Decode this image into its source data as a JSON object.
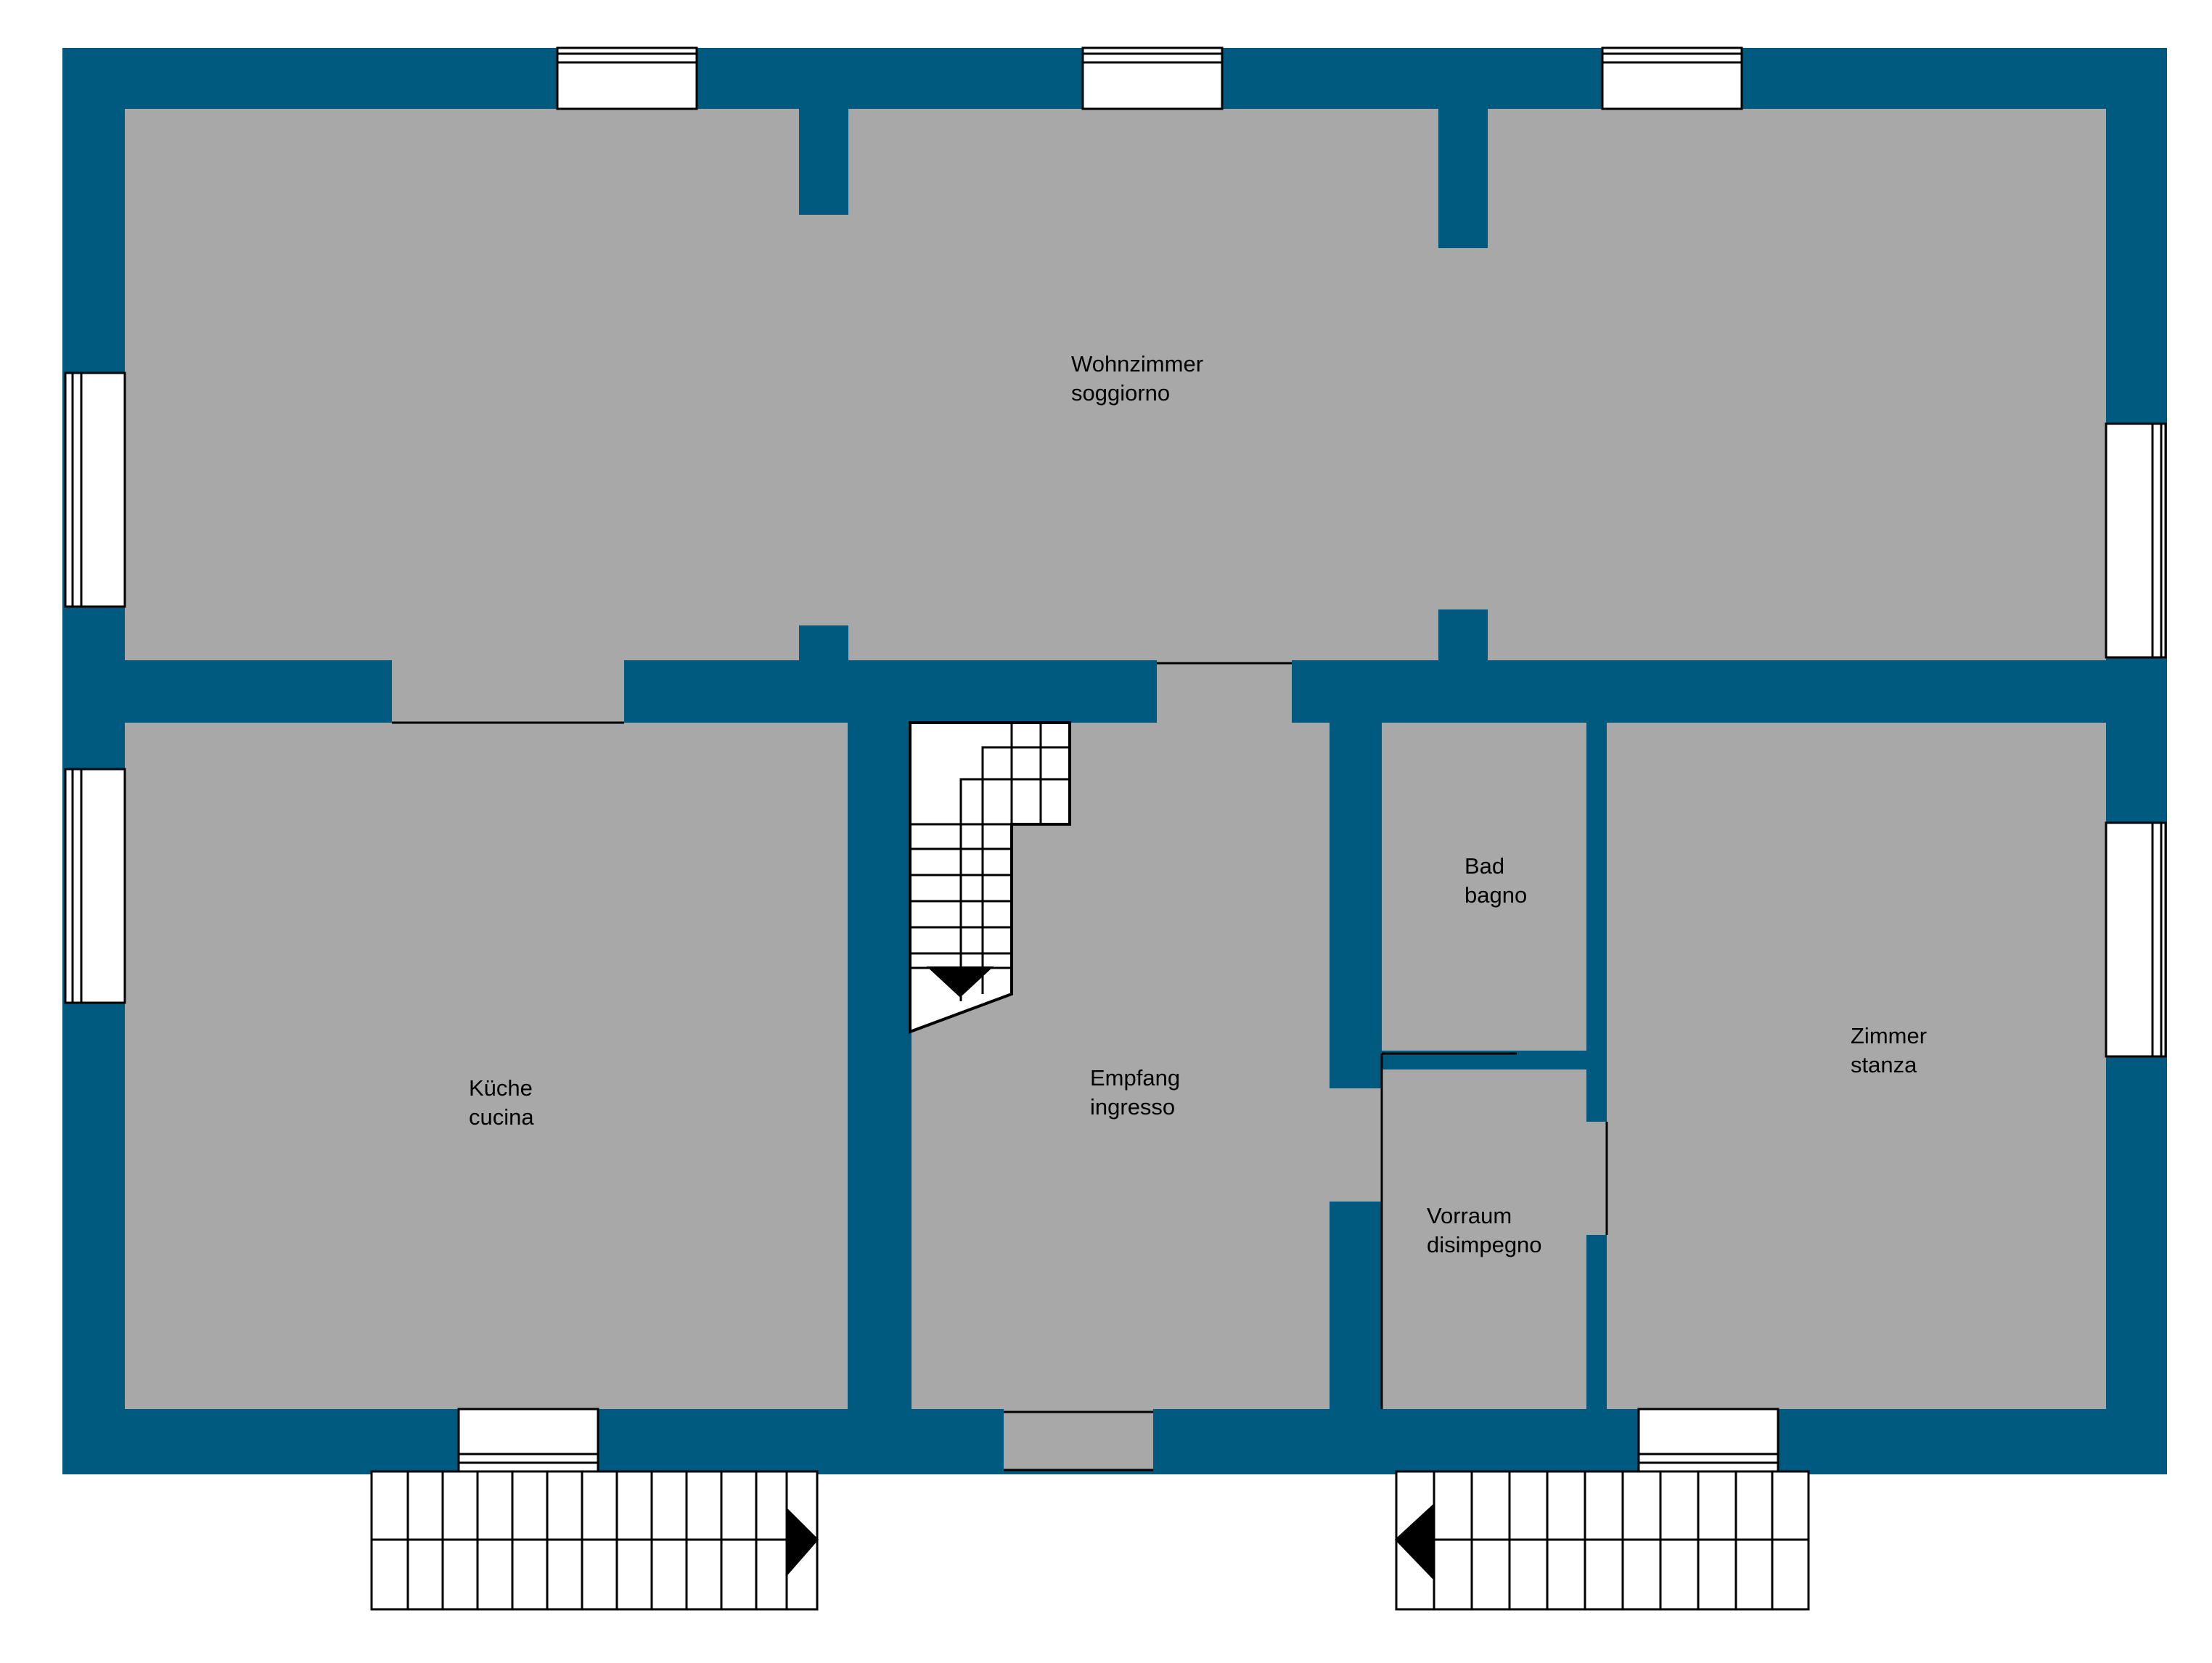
{
  "colors": {
    "wall": "#005a80",
    "floor": "#a8a8a8",
    "background": "#ffffff",
    "line": "#000000"
  },
  "rooms": {
    "living": {
      "name_de": "Wohnzimmer",
      "name_it": "soggiorno"
    },
    "kitchen": {
      "name_de": "Küche",
      "name_it": "cucina"
    },
    "entrance": {
      "name_de": "Empfang",
      "name_it": "ingresso"
    },
    "bathroom": {
      "name_de": "Bad",
      "name_it": "bagno"
    },
    "hallway": {
      "name_de": "Vorraum",
      "name_it": "disimpegno"
    },
    "bedroom": {
      "name_de": "Zimmer",
      "name_it": "stanza"
    }
  },
  "stairs": {
    "interior": {
      "direction": "down"
    },
    "exterior_left": {
      "direction": "right"
    },
    "exterior_right": {
      "direction": "left"
    }
  }
}
